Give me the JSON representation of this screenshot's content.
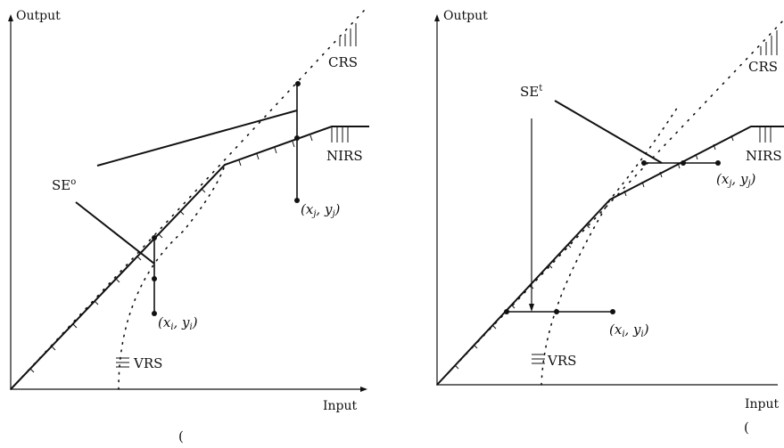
{
  "left_panel": {
    "y_axis_label": "Output",
    "x_axis_label": "Input",
    "labels": {
      "crs": "CRS",
      "nirs": "NIRS",
      "vrs": "VRS",
      "se": "SE",
      "se_superscript": "o",
      "point_i": "(x",
      "point_i_sub": "i",
      "point_i_mid": ", y",
      "point_i_end": ")",
      "point_j": "(x",
      "point_j_sub": "j",
      "point_j_mid": ", y",
      "point_j_end": ")"
    },
    "caption": "("
  },
  "right_panel": {
    "y_axis_label": "Output",
    "x_axis_label": "Input",
    "labels": {
      "crs": "CRS",
      "nirs": "NIRS",
      "vrs": "VRS",
      "se": "SE",
      "se_superscript": "t",
      "point_i": "(x",
      "point_i_sub": "i",
      "point_i_mid": ", y",
      "point_i_end": ")",
      "point_j": "(x",
      "point_j_sub": "j",
      "point_j_mid": ", y",
      "point_j_end": ")"
    },
    "caption": "("
  }
}
